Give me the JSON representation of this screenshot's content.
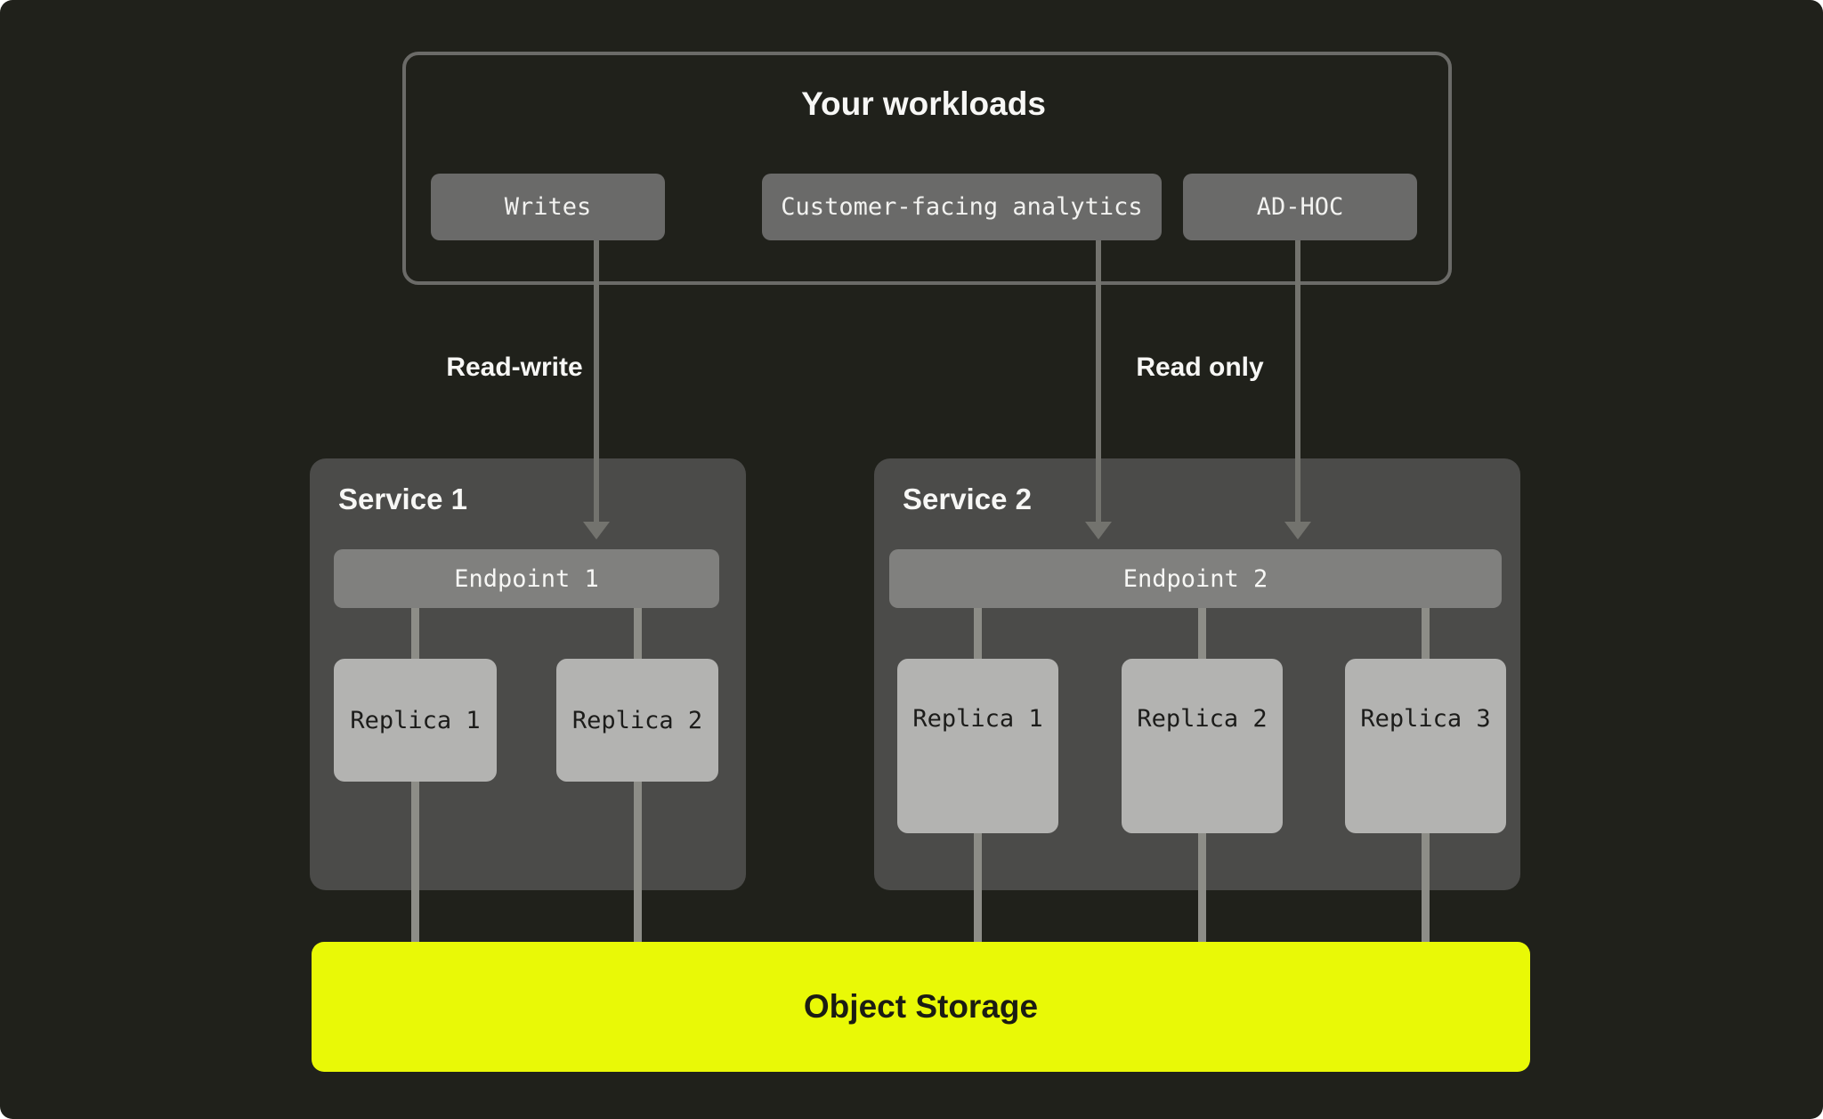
{
  "colors": {
    "page_bg": "#ffffff",
    "canvas_bg": "#20211b",
    "group_border_gray": "#6b6b68",
    "pill_gray": "#6a6a69",
    "service_panel_gray": "#4b4b49",
    "endpoint_gray": "#80807e",
    "replica_gray": "#b3b3b1",
    "arrow_gray": "#73736e",
    "connector_gray": "#8d8d87",
    "storage_yellow": "#e9f906",
    "text_light": "#f7f7f5",
    "text_dark": "#1c1c1a"
  },
  "workloads": {
    "title": "Your workloads",
    "pills": [
      {
        "label": "Writes"
      },
      {
        "label": "Customer-facing analytics"
      },
      {
        "label": "AD-HOC"
      }
    ]
  },
  "edges": {
    "read_write": "Read-write",
    "read_only": "Read only"
  },
  "services": [
    {
      "title": "Service 1",
      "endpoint": "Endpoint 1",
      "replicas": [
        {
          "label": "Replica 1"
        },
        {
          "label": "Replica 2"
        }
      ]
    },
    {
      "title": "Service 2",
      "endpoint": "Endpoint 2",
      "replicas": [
        {
          "label": "Replica 1"
        },
        {
          "label": "Replica 2"
        },
        {
          "label": "Replica 3"
        }
      ]
    }
  ],
  "storage": {
    "label": "Object Storage"
  }
}
